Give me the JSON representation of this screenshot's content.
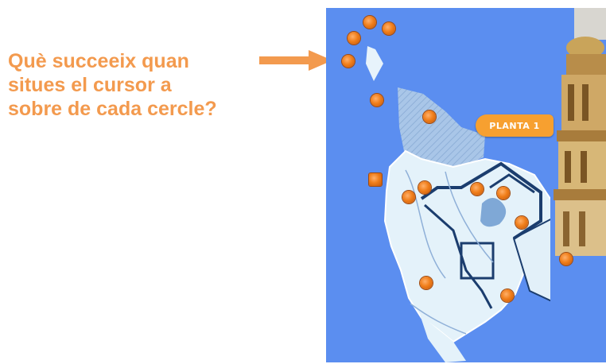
{
  "question": {
    "lines": [
      "Què succeeix quan",
      "situes el cursor a",
      "sobre de cada cercle?"
    ]
  },
  "map": {
    "floor_label": "PLANTA 1"
  },
  "colors": {
    "question_text": "#f39a4e",
    "arrow": "#f39a4e",
    "map_background": "#5b8ef0",
    "hotspot": "#f07e1a",
    "floor_label_bg": "#f7a030"
  }
}
